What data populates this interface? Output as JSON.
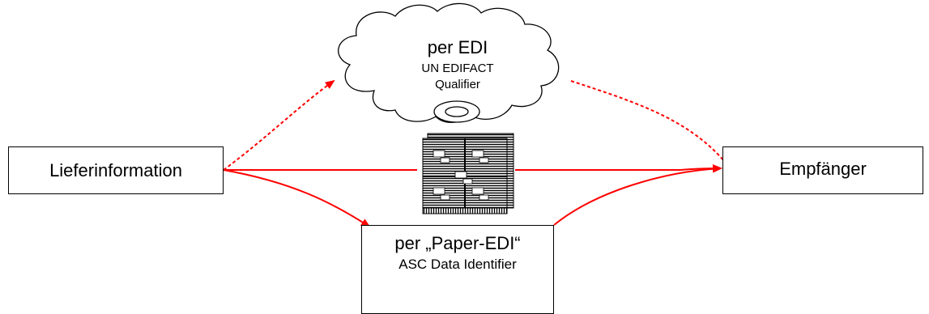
{
  "nodes": {
    "source": {
      "label": "Lieferinformation"
    },
    "target": {
      "label": "Empfänger"
    },
    "edi_cloud": {
      "title": "per EDI",
      "line1": "UN EDIFACT",
      "line2": "Qualifier"
    },
    "paper_edi": {
      "title": "per „Paper-EDI“",
      "line1": "ASC Data Identifier"
    }
  },
  "colors": {
    "arrow": "#ff0000",
    "stroke": "#000000",
    "fill": "#ffffff"
  },
  "icons": {
    "center": "box-packages-icon",
    "cloud_detail": "disk-icon"
  }
}
